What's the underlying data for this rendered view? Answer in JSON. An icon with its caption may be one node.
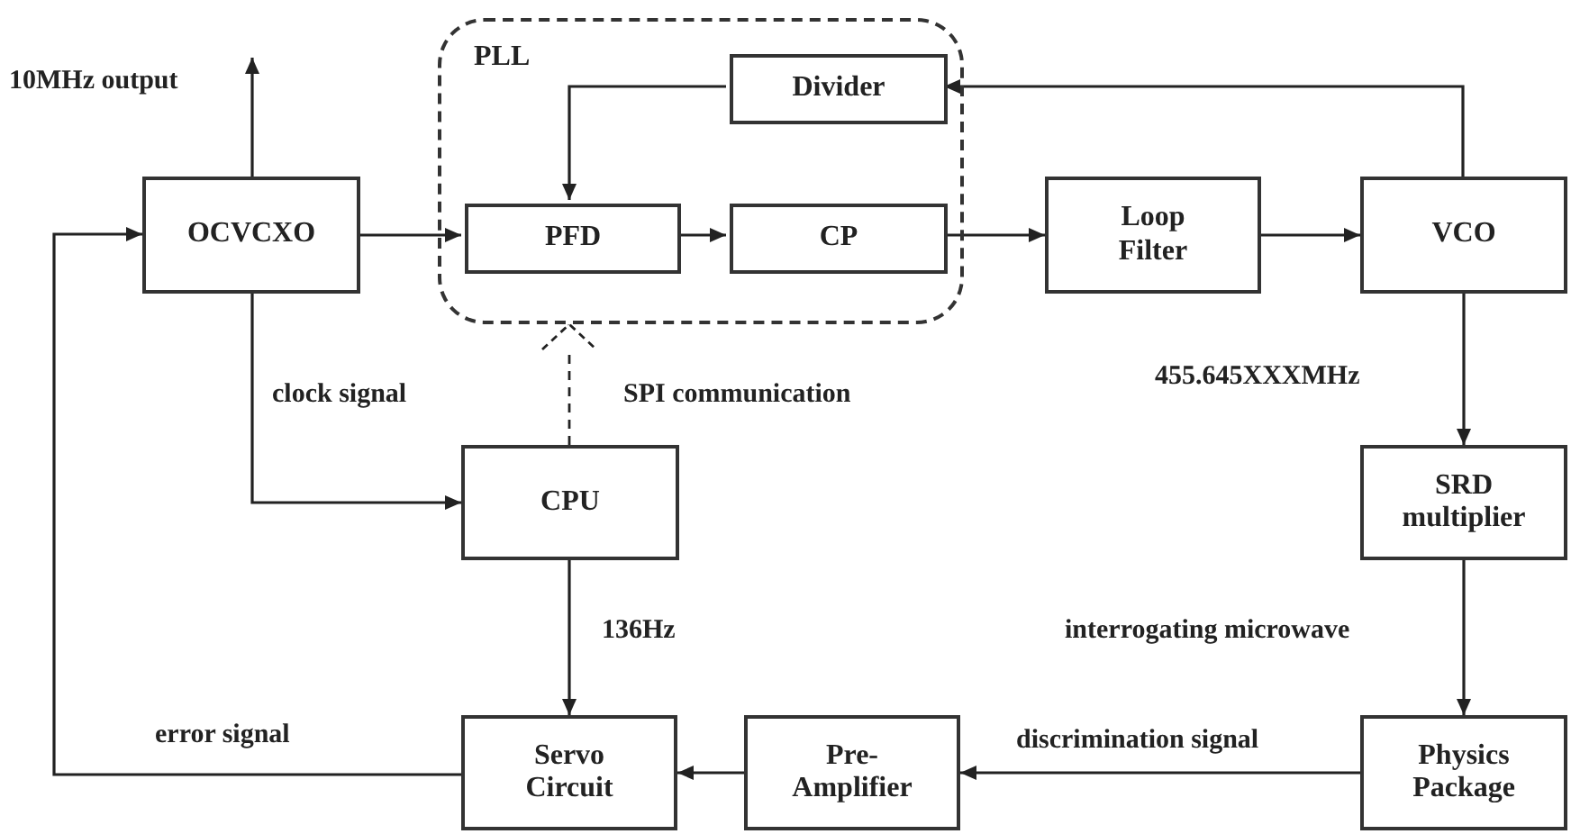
{
  "diagram": {
    "nodes": [
      {
        "text": [
          "PLL"
        ]
      },
      {
        "text": [
          "Divider"
        ],
        "in": 0
      },
      {
        "text": [
          "OCVCXO"
        ]
      },
      {
        "text": [
          "PFD"
        ],
        "in": 0
      },
      {
        "text": [
          "CP"
        ],
        "in": 0
      },
      {
        "text": [
          "Loop Filter"
        ]
      },
      {
        "text": [
          "VCO"
        ]
      },
      {
        "text": [
          "CPU"
        ]
      },
      {
        "text": [
          "SRD multiplier"
        ]
      },
      {
        "text": [
          "Servo Circuit"
        ]
      },
      {
        "text": [
          "Pre-Amplifier"
        ]
      },
      {
        "text": [
          "Physics Package"
        ]
      }
    ],
    "edges": [
      {
        "from": 2,
        "to": null,
        "arrow": "to",
        "label": "10MHz output"
      },
      {
        "from": 2,
        "to": 3,
        "arrow": "to"
      },
      {
        "from": 3,
        "to": 4,
        "arrow": "to"
      },
      {
        "from": 4,
        "to": 5,
        "arrow": "to"
      },
      {
        "from": 5,
        "to": 6,
        "arrow": "to"
      },
      {
        "from": 6,
        "to": 1,
        "arrow": "to"
      },
      {
        "from": 1,
        "to": 3,
        "arrow": "to"
      },
      {
        "from": 2,
        "to": 7,
        "arrow": "to",
        "label": "clock signal"
      },
      {
        "from": 7,
        "to": 0,
        "arrow": "to",
        "label": "SPI communication",
        "style": "dashed"
      },
      {
        "from": 7,
        "to": 9,
        "arrow": "to",
        "label": "136Hz"
      },
      {
        "from": 6,
        "to": 8,
        "arrow": "to",
        "label": "455.645XXXMHz"
      },
      {
        "from": 8,
        "to": 11,
        "arrow": "to",
        "label": "interrogating microwave"
      },
      {
        "from": 11,
        "to": 10,
        "arrow": "to",
        "label": "discrimination signal"
      },
      {
        "from": 10,
        "to": 9,
        "arrow": "to"
      },
      {
        "from": 9,
        "to": 2,
        "arrow": "to",
        "label": "error signal"
      }
    ]
  }
}
